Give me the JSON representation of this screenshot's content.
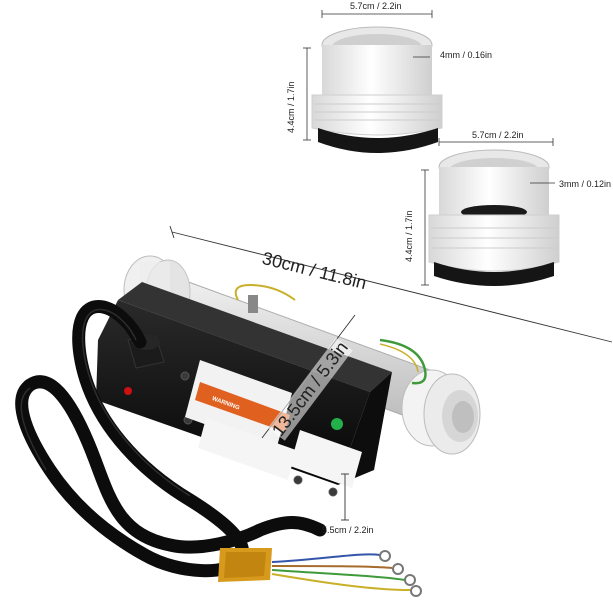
{
  "dimensions": {
    "top_fitting_width": "5.7cm / 2.2in",
    "top_fitting_wall": "4mm / 0.16in",
    "top_fitting_height": "4.4cm / 1.7in",
    "bottom_fitting_width": "5.7cm / 2.2in",
    "bottom_fitting_wall": "3mm / 0.12in",
    "bottom_fitting_height": "4.4cm / 1.7in",
    "heater_length": "30cm / 11.8in",
    "heater_body": "13.5cm / 5.3in",
    "heater_height": "5.5cm / 2.2in"
  },
  "product_labels": {
    "warning": "WARNING"
  },
  "colors": {
    "housing": "#111111",
    "fitting": "#f2f2f2",
    "tube": "#d9d9d9",
    "warning_label": "#e06020",
    "indicator_green": "#22b04a",
    "indicator_red": "#cc1111",
    "ground_wire": "#4a9a3a"
  }
}
